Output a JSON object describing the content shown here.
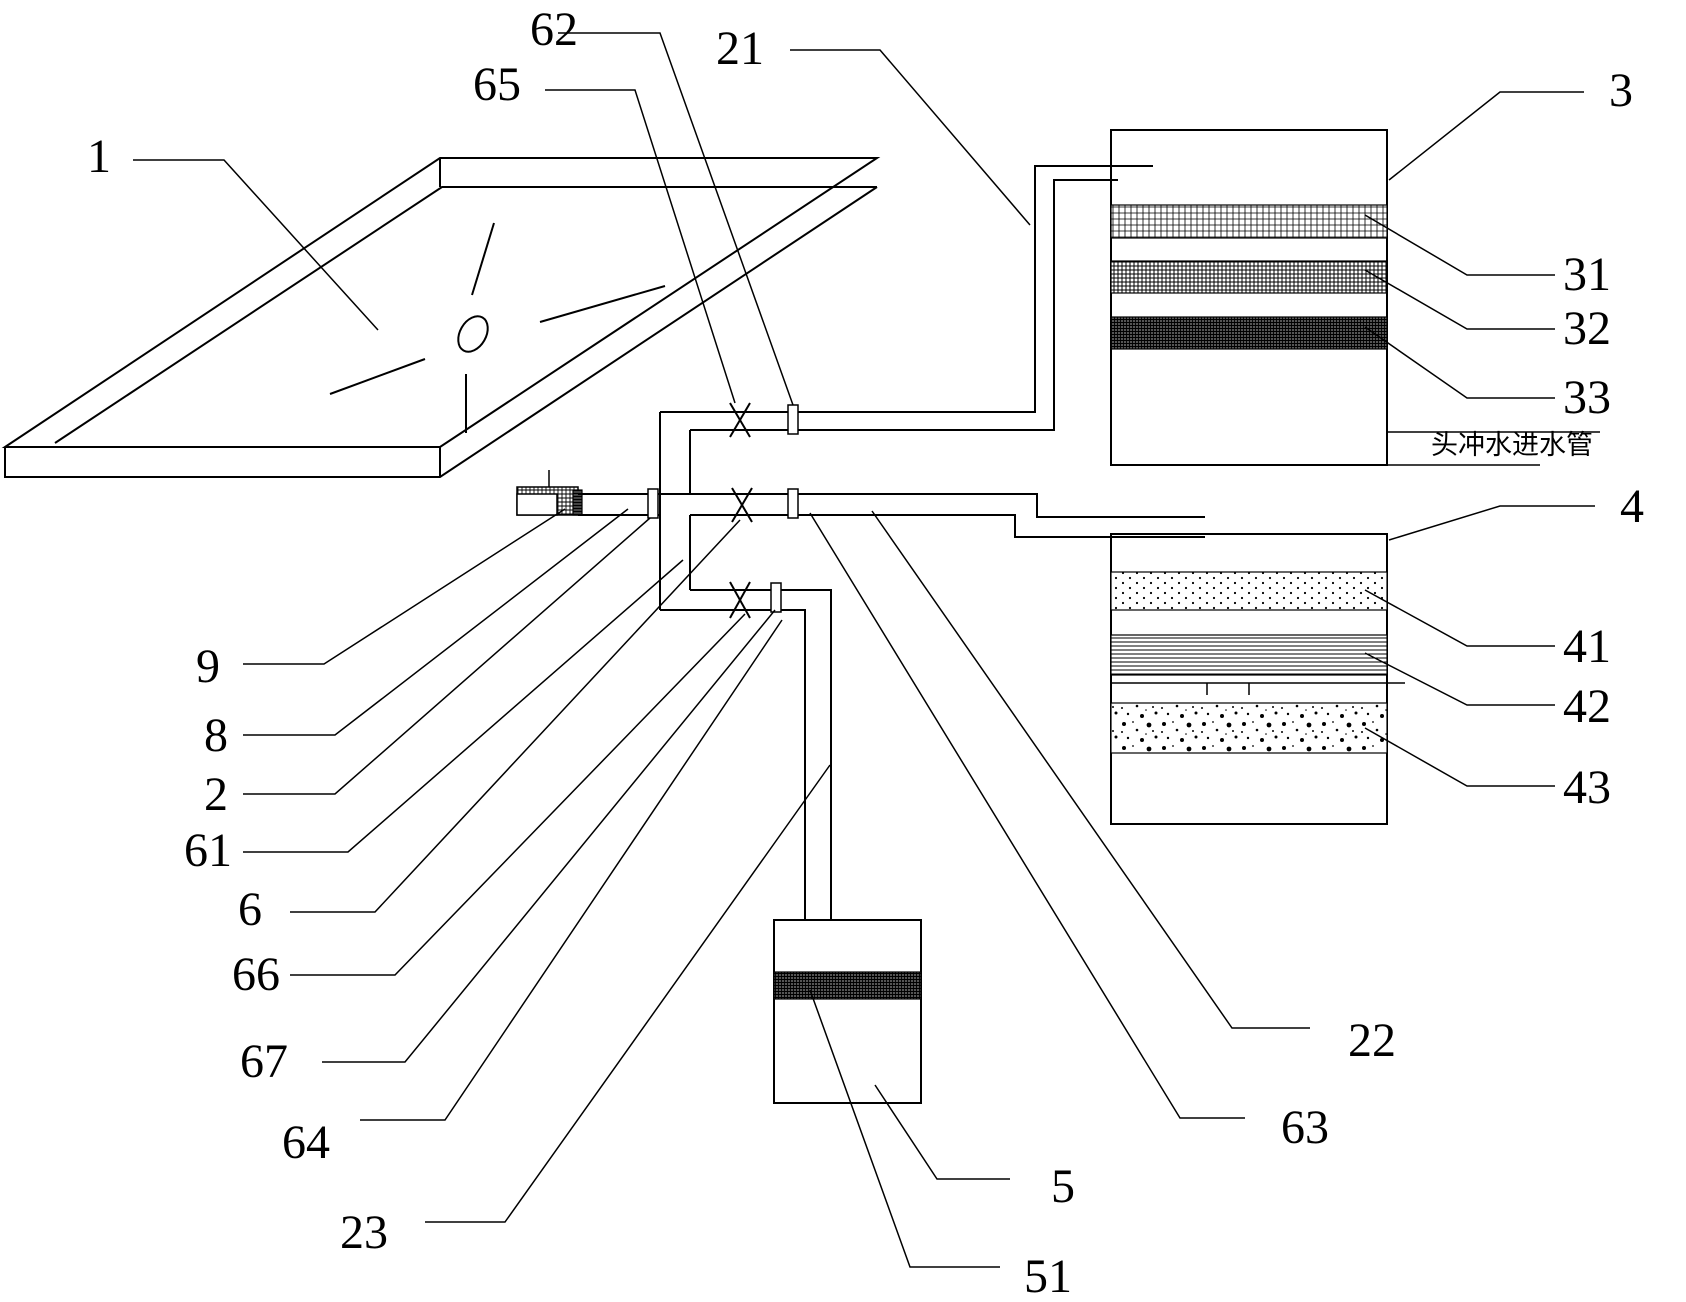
{
  "labels": {
    "l1": "1",
    "l2": "2",
    "l3": "3",
    "l4": "4",
    "l5": "5",
    "l6": "6",
    "l8": "8",
    "l9": "9",
    "l21": "21",
    "l22": "22",
    "l23": "23",
    "l31": "31",
    "l32": "32",
    "l33": "33",
    "l41": "41",
    "l42": "42",
    "l43": "43",
    "l51": "51",
    "l61": "61",
    "l62": "62",
    "l63": "63",
    "l64": "64",
    "l65": "65",
    "l66": "66",
    "l67": "67"
  },
  "annotation": "头冲水进水管"
}
